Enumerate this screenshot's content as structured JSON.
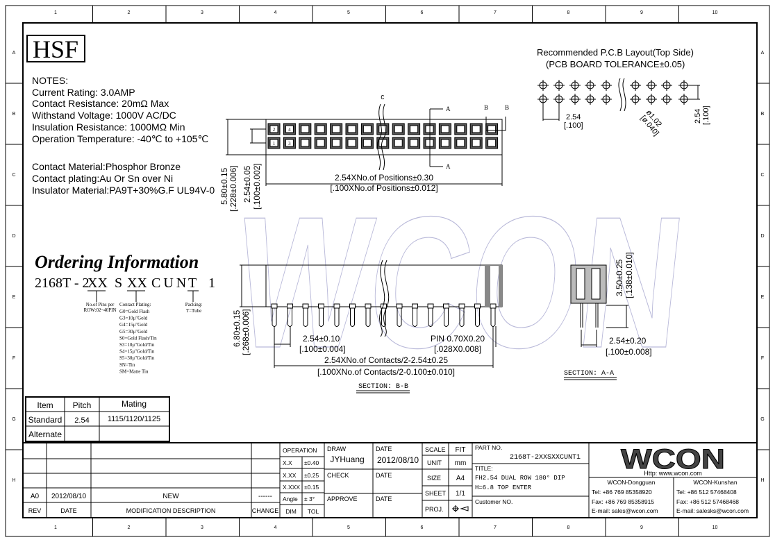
{
  "zones": {
    "columns": [
      "1",
      "2",
      "3",
      "4",
      "5",
      "6",
      "7",
      "8",
      "9",
      "10"
    ],
    "rows": [
      "A",
      "B",
      "C",
      "D",
      "E",
      "F",
      "G",
      "H"
    ]
  },
  "logo": "HSF",
  "watermark": "WCON",
  "notes": {
    "heading": "NOTES:",
    "lines": [
      "Current Rating: 3.0AMP",
      "Contact Resistance: 20mΩ Max",
      "Withstand Voltage: 1000V AC/DC",
      "Insulation Resistance: 1000MΩ Min",
      "Operation Temperature: -40℃ to +105℃"
    ],
    "materials": [
      "Contact Material:Phosphor Bronze",
      "Contact plating:Au Or Sn over Ni",
      "Insulator Material:PA9T+30%G.F UL94V-0"
    ]
  },
  "top_view": {
    "pin_labels": [
      "2",
      "4",
      "1",
      "3"
    ],
    "section_c": "C",
    "section_a": "A",
    "section_b": "B",
    "dim_height": "5.80±0.15",
    "dim_height_in": "[.228±0.006]",
    "dim_pitch": "2.54±0.05",
    "dim_pitch_in": "[.100±0.002]",
    "dim_length": "2.54XNo.of Positions±0.30",
    "dim_length_in": "[.100XNo.of Positions±0.012]"
  },
  "pcb_layout": {
    "title": "Recommended P.C.B Layout(Top Side)",
    "subtitle": "(PCB BOARD TOLERANCE±0.05)",
    "dim_pitch": "2.54",
    "dim_pitch_in": "[.100]",
    "dim_hole": "ø1.02",
    "dim_hole_in": "[ø.040]",
    "dim_row": "2.54",
    "dim_row_in": "[.100]"
  },
  "ordering": {
    "title": "Ordering Information",
    "code_parts": [
      "2168T - 2",
      "XX",
      "S",
      "XX",
      "CUN",
      "T",
      "1"
    ],
    "pins_label": "No.of Pins per",
    "pins_range": "ROW:02~40PIN",
    "plating_label": "Contact Plating:",
    "plating_options": [
      "G0=Gold Flash",
      "G3=10μ\"Gold",
      "G4=15μ\"Gold",
      "G5=30μ\"Gold",
      "S0=Gold Flash/Tin",
      "S3=10μ\"Gold/Tin",
      "S4=15μ\"Gold/Tin",
      "S5=30μ\"Gold/Tin",
      "SN=Tin",
      "SM=Matte Tin"
    ],
    "packing_label": "Packing:",
    "packing_option": "T=Tube"
  },
  "section_bb": {
    "dim_height": "6.80±0.15",
    "dim_height_in": "[.268±0.006]",
    "dim_pitch": "2.54±0.10",
    "dim_pitch_in": "[.100±0.004]",
    "dim_pin": "PIN 0.70X0.20",
    "dim_pin_in": "[.028X0.008]",
    "dim_span": "2.54XNo.of Contacts/2-2.54±0.25",
    "dim_span_in": "[.100XNo.of Contacts/2-0.100±0.010]",
    "label": "SECTION: B-B"
  },
  "section_aa": {
    "dim_height": "3.50±0.25",
    "dim_height_in": "[.138±0.010]",
    "dim_row": "2.54±0.20",
    "dim_row_in": "[.100±0.008]",
    "label": "SECTION: A-A"
  },
  "mating_table": {
    "headers": [
      "Item",
      "Pitch",
      "Mating"
    ],
    "rows": [
      [
        "Standard",
        "2.54",
        "1115/1120/1125"
      ],
      [
        "Alternate",
        "",
        ""
      ]
    ]
  },
  "revision": {
    "rev": "A0",
    "date": "2012/08/10",
    "description": "NEW",
    "change": "------",
    "headers": [
      "REV",
      "DATE",
      "MODIFICATION DESCRIPTION",
      "CHANGE"
    ]
  },
  "tolerance": {
    "heading": "OPERATION",
    "rows": [
      [
        "X.X",
        "±0.40"
      ],
      [
        "X.XX",
        "±0.25"
      ],
      [
        "X.XXX",
        "±0.15"
      ],
      [
        "Angle",
        "± 3°"
      ]
    ],
    "footer": [
      "DIM",
      "TOL"
    ]
  },
  "approvals": {
    "draw_label": "DRAW",
    "draw_name": "JYHuang",
    "date_label": "DATE",
    "draw_date": "2012/08/10",
    "check_label": "CHECK",
    "approve_label": "APPROVE"
  },
  "sheet_info": {
    "scale_label": "SCALE",
    "scale": "FIT",
    "unit_label": "UNIT",
    "unit": "mm",
    "size_label": "SIZE",
    "size": "A4",
    "sheet_label": "SHEET",
    "sheet": "1/1",
    "proj_label": "PROJ."
  },
  "part": {
    "part_no_label": "PART NO.",
    "part_no": "2168T-2XXSXXCUNT1",
    "title_label": "TITLE:",
    "title_line1": "FH2.54 DUAL ROW 180° DIP",
    "title_line2": "H=6.8 TOP ENTER",
    "customer_label": "Customer NO."
  },
  "company": {
    "logo": "WCON",
    "website": "Http:  www.wcon.com",
    "offices": [
      {
        "name": "WCON-Dongguan",
        "tel": "Tel: +86 769 85358920",
        "fax": "Fax: +86 769 85358915",
        "email": "E-mail: sales@wcon.com"
      },
      {
        "name": "WCON-Kunshan",
        "tel": "Tel: +86 512 57468408",
        "fax": "Fax: +86 512 57468468",
        "email": "E-mail: salesks@wcon.com"
      }
    ]
  }
}
